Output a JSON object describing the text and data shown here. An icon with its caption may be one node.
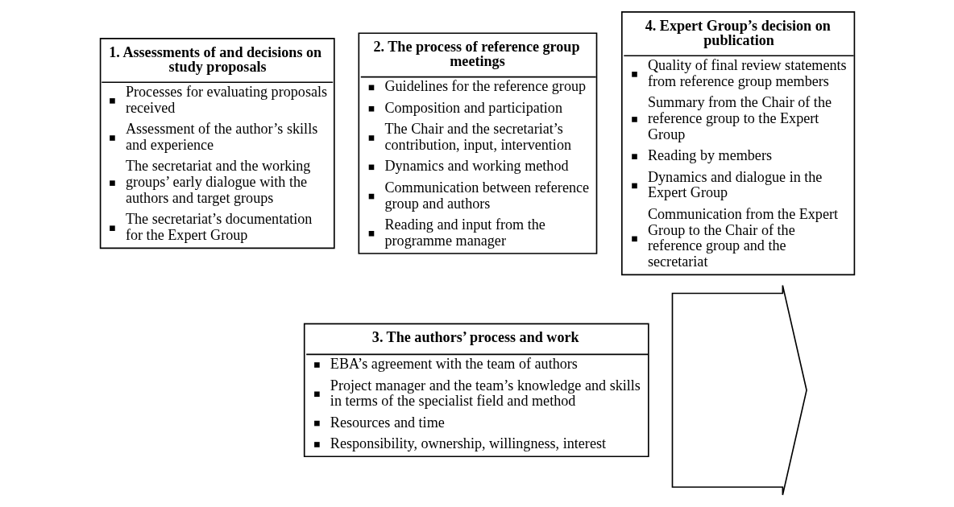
{
  "diagram": {
    "nodes": [
      {
        "text": [
          "1. Assessments of and decisions on study proposals",
          "Processes for evaluating proposals received",
          "Assessment of the author’s skills and experience",
          "The secretariat and the working groups’ early dialogue with the authors and target groups",
          "The secretariat’s documentation for the Expert Group"
        ]
      },
      {
        "text": [
          "2. The process of reference group meetings",
          "Guidelines for the reference group",
          "Composition and participation",
          "The Chair and the secretariat’s contribution, input, intervention",
          "Dynamics and working method",
          "Communication between reference group and authors",
          "Reading and input from the programme manager"
        ]
      },
      {
        "text": [
          "4. Expert Group’s decision on publication",
          "Quality of final review statements from reference group members",
          "Summary from the Chair of the reference group to the Expert Group",
          "Reading by members",
          "Dynamics and dialogue in the Expert Group",
          "Communication from the Expert Group to the Chair of the reference group and the secretariat"
        ]
      },
      {
        "text": [
          "3. The authors’ process and work",
          "EBA’s agreement with the team of authors",
          "Project manager and the team’s knowledge and skills in terms of the specialist field and method",
          "Resources and time",
          "Responsibility, ownership, willingness, interest"
        ]
      },
      {
        "text": [],
        "shape": "arrow"
      }
    ],
    "edges": []
  }
}
